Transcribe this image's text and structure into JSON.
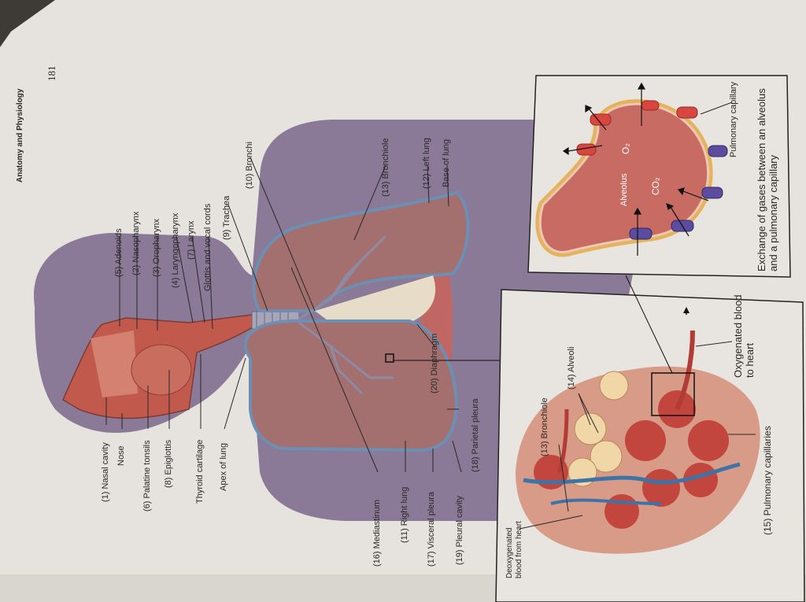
{
  "header": {
    "running_title": "Anatomy and Physiology",
    "page_number": "181"
  },
  "labels": {
    "nasal_cavity": "(1) Nasal cavity",
    "nose": "Nose",
    "palatine_tonsils": "(6) Palatine tonsils",
    "epiglottis": "(8) Epiglottis",
    "thyroid_cartilage": "Thyroid cartilage",
    "apex_of_lung": "Apex of lung",
    "adenoids": "(5) Adenoids",
    "nasopharynx": "(2) Nasopharynx",
    "oropharynx": "(3) Oropharynx",
    "laryngopharynx": "(4) Laryngopharynx",
    "larynx": "(7) Larynx",
    "glottis": "Glottis and vocal cords",
    "trachea": "(9) Trachea",
    "bronchi": "(10) Bronchi",
    "bronchiole": "(13) Bronchiole",
    "left_lung": "(12) Left lung",
    "base_of_lung": "Base of lung",
    "diaphragm": "(20) Diaphragm",
    "parietal_pleura": "(18) Parietal pleura",
    "mediastinum": "(16) Mediastinum",
    "right_lung": "(11) Right lung",
    "visceral_pleura": "(17) Visceral pleura",
    "pleural_cavity": "(19) Pleural cavity"
  },
  "alveoli_inset": {
    "bronchiole": "(13) Bronchiole",
    "alveoli": "(14) Alveoli",
    "oxygenated": "Oxygenated blood to heart",
    "pulmonary_capillaries": "(15) Pulmonary capillaries",
    "deoxygenated": "Deoxygenated blood from heart"
  },
  "gas_inset": {
    "alveolus": "Alveolus",
    "o2": "O₂",
    "co2": "CO₂",
    "pulmonary_capillary": "Pulmonary capillary",
    "caption": "Exchange of gases between an alveolus and a pulmonary capillary"
  },
  "colors": {
    "page": "#e6e3df",
    "silhouette": "#8a7a97",
    "lung": "#a4706f",
    "pleura": "#6d8fb3",
    "tissue": "#b8524a",
    "vein": "#3d73a6"
  }
}
